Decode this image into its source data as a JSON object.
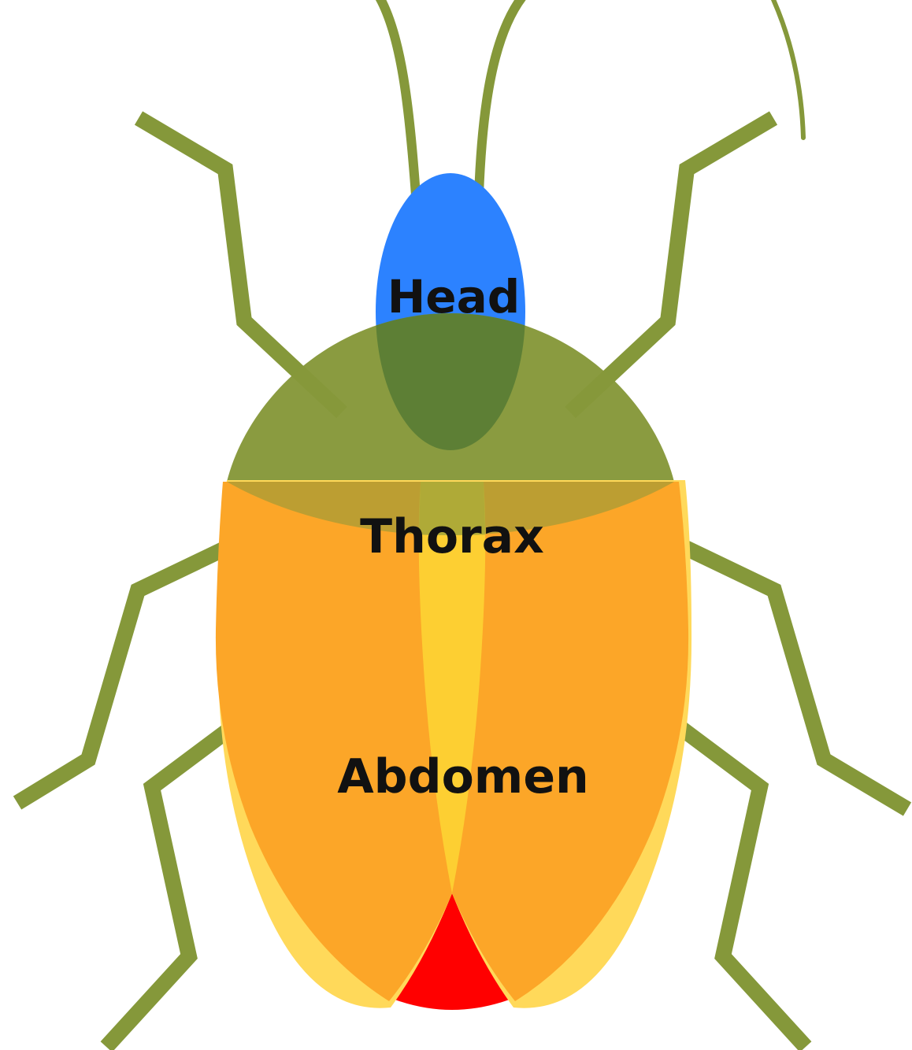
{
  "labels": {
    "head": "Head",
    "thorax": "Thorax",
    "abdomen": "Abdomen"
  },
  "colors": {
    "legs_and_antennae": "#85983a",
    "head": "#2c82ff",
    "thorax": "#86983a",
    "abdomen_outer_wing": "#ffd95a",
    "abdomen_wing": "#fca628",
    "abdomen_center": "#fdcf32",
    "tail": "#ff0000",
    "thorax_overlap": "#5d7f35"
  }
}
